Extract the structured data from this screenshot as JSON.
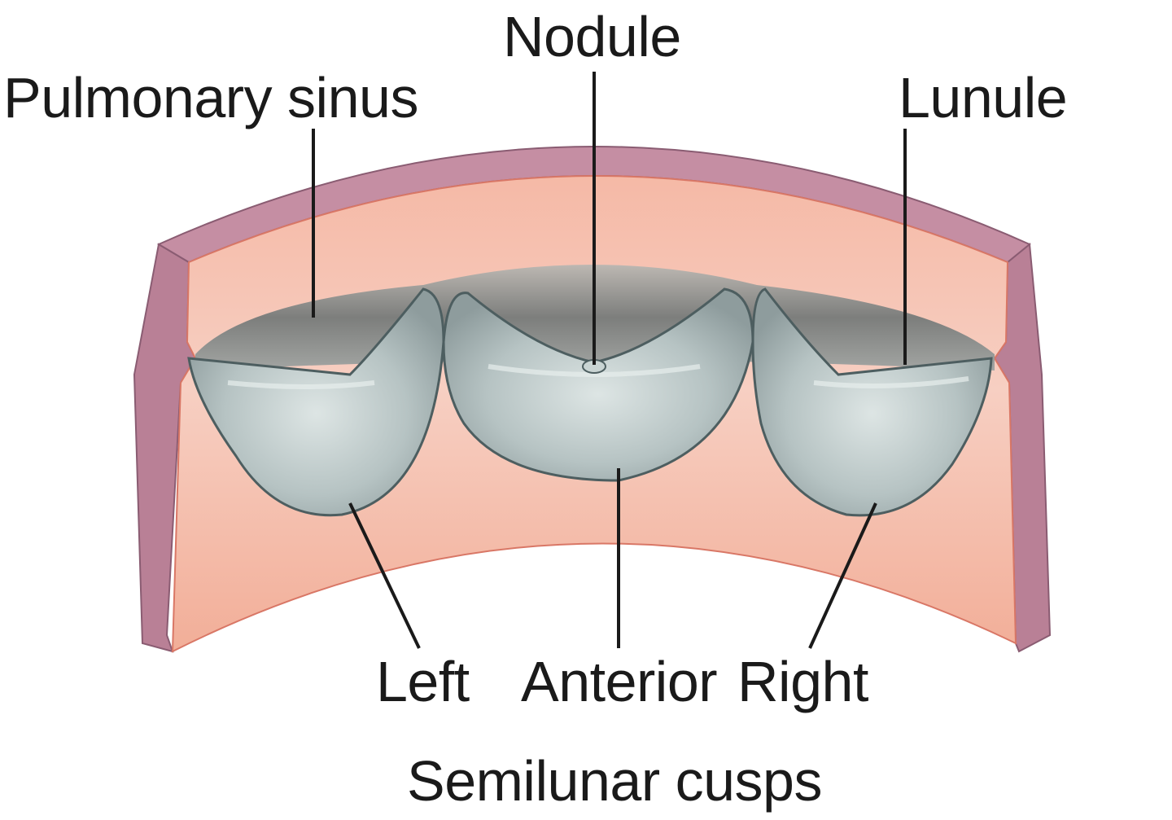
{
  "diagram": {
    "labels": {
      "nodule": "Nodule",
      "pulmonary_sinus": "Pulmonary sinus",
      "lunule": "Lunule",
      "left": "Left",
      "anterior": "Anterior",
      "right": "Right"
    },
    "caption": "Semilunar cusps",
    "colors": {
      "wall_outer": "#b98096",
      "wall_inner": "#f2b7a4",
      "cusp": "#b9c6c6",
      "sinus_shadow": "#7b7f7e",
      "leader_line": "#1a1a1a"
    }
  }
}
